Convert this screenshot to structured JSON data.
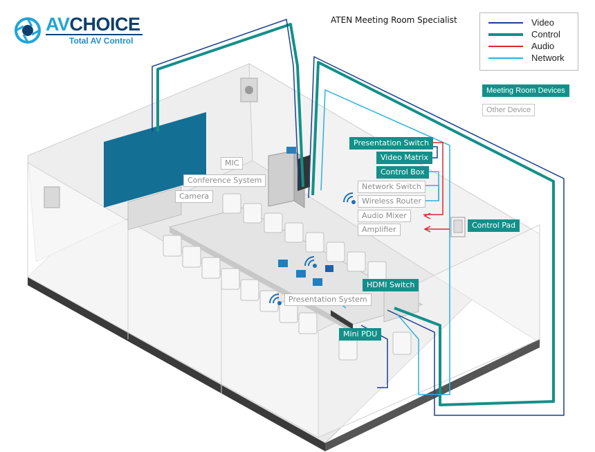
{
  "title": "ATEN Meeting Room Specialist",
  "logo": {
    "brand_prefix": "AV",
    "brand_suffix": "CHOICE",
    "tagline": "Total AV Control"
  },
  "legend": [
    {
      "label": "Video",
      "color": "#1a3f8f"
    },
    {
      "label": "Control",
      "color": "#12908a"
    },
    {
      "label": "Audio",
      "color": "#d62830"
    },
    {
      "label": "Network",
      "color": "#2ab0e0"
    }
  ],
  "key": {
    "meeting_room": "Meeting Room Devices",
    "other": "Other Device"
  },
  "devices": {
    "presentation_switch": "Presentation Switch",
    "video_matrix": "Video Matrix",
    "control_box": "Control Box",
    "network_switch": "Network Switch",
    "wireless_router": "Wireless Router",
    "audio_mixer": "Audio Mixer",
    "amplifier": "Amplifier",
    "control_pad": "Control Pad",
    "mic": "MIC",
    "conference_system": "Conference System",
    "camera": "Camera",
    "hdmi_switch": "HDMI Switch",
    "presentation_system": "Presentation System",
    "mini_pdu": "Mini PDU"
  }
}
